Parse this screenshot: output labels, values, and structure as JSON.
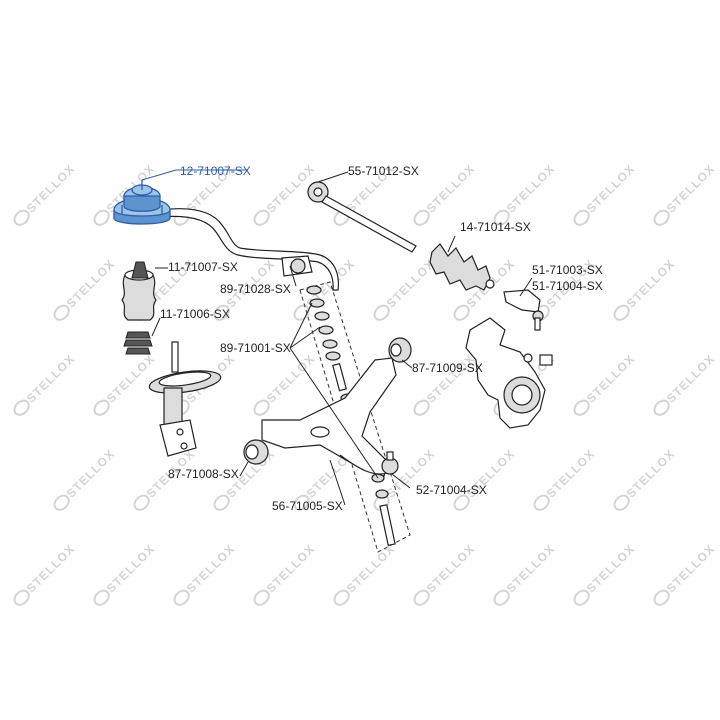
{
  "watermark": {
    "brand": "STELLOX"
  },
  "labels": {
    "upper_mount": "12-71007-SX",
    "bump_stop": "11-71007-SX",
    "dust_cover": "11-71006-SX",
    "stabilizer_bushing": "89-71028-SX",
    "link_kit": "89-71001-SX",
    "rear_arm_bushing": "87-71008-SX",
    "control_arm": "56-71005-SX",
    "tie_rod": "55-71012-SX",
    "steering_boot": "14-71014-SX",
    "tie_rod_end_r": "51-71003-SX",
    "tie_rod_end_l": "51-71004-SX",
    "front_arm_bushing": "87-71009-SX",
    "ball_joint": "52-71004-SX"
  },
  "colors": {
    "highlight": "#2f5ea8",
    "ink": "#222222",
    "watermark": "#d4d4d4"
  }
}
